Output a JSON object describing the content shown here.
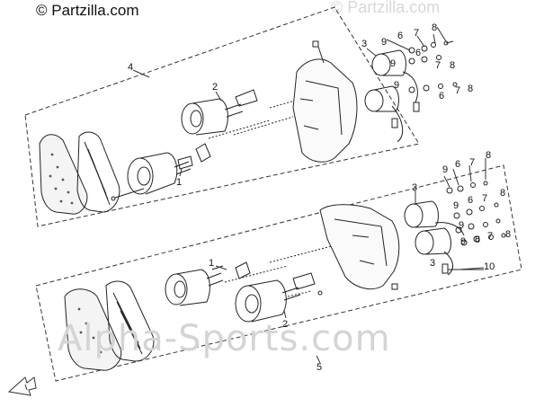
{
  "header": {
    "copyright": "© Partzilla.com"
  },
  "watermarks": {
    "top": "© Partzilla.com",
    "bottom": "Alpha-Sports.com"
  },
  "callouts": {
    "assembly_upper": "4",
    "assembly_lower": "5",
    "bulb_1": "1",
    "bulb_2": "2",
    "socket_3": "3",
    "gasket_6": "6",
    "washer_7": "7",
    "screw_8": "8",
    "grommet_9": "9",
    "wire_10": "10"
  },
  "icons": {
    "front_arrow": "direction-arrow-icon"
  }
}
